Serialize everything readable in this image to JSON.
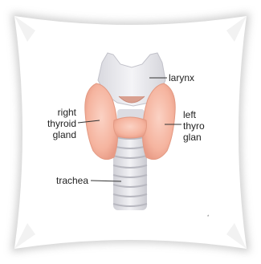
{
  "labels": {
    "larynx": "larynx",
    "right_thyroid_gland": [
      "right",
      "thyroid",
      "gland"
    ],
    "left_thyroid_gland": [
      "left",
      "thyro",
      "glan"
    ],
    "trachea": "trachea"
  },
  "colors": {
    "thyroid": "#f6b7a4",
    "larynx": "#e8e8ec",
    "trachea": "#e6e6ea",
    "frame_shadow": "#c9c9c9"
  }
}
